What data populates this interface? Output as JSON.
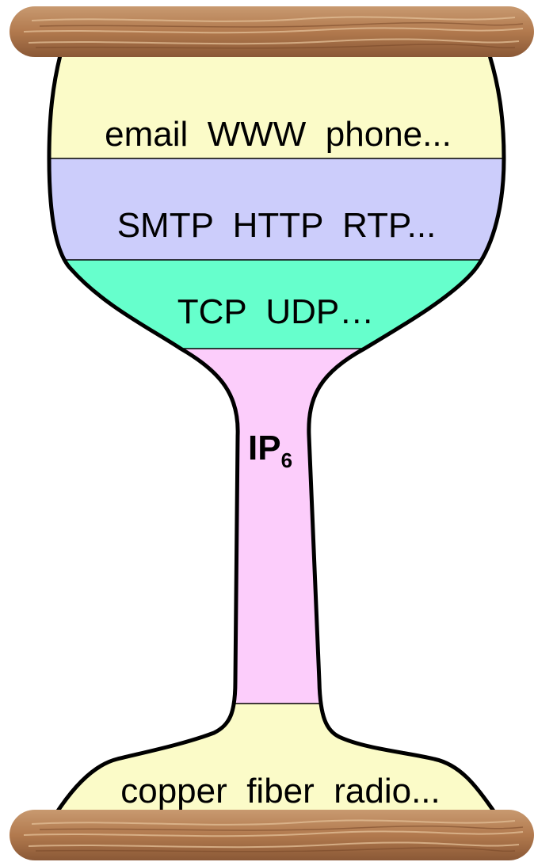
{
  "title": "",
  "layers": {
    "applications": {
      "label": "email  WWW  phone...",
      "color": "#fbfbc8"
    },
    "app_protocols": {
      "label": "SMTP  HTTP  RTP...",
      "color": "#cccdfb"
    },
    "transport": {
      "label": "TCP  UDP…",
      "color": "#66ffcc"
    },
    "network": {
      "label": "IP",
      "subscript": "6",
      "color": "#fccdfb"
    },
    "physical": {
      "label": "copper  fiber  radio...",
      "color": "#fbfbc8"
    }
  },
  "outline_color": "#000000",
  "spool_color": "#b27a4e"
}
